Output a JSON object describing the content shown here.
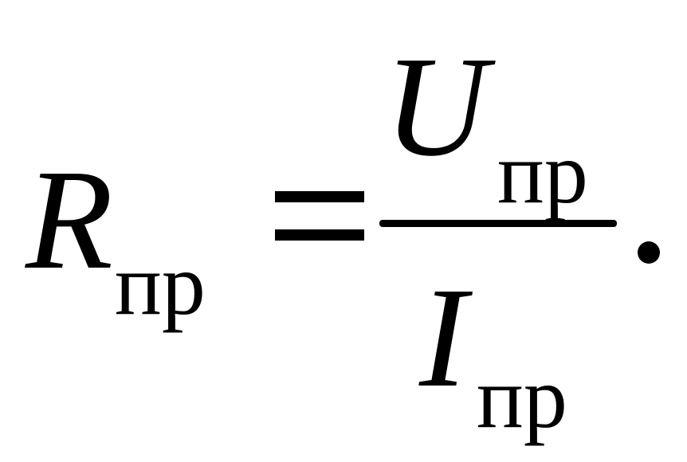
{
  "formula": {
    "lhs": {
      "variable": "R",
      "subscript": "пр"
    },
    "operator": "=",
    "numerator": {
      "variable": "U",
      "subscript": "пр"
    },
    "denominator": {
      "variable": "I",
      "subscript": "пр"
    },
    "terminator": "."
  }
}
